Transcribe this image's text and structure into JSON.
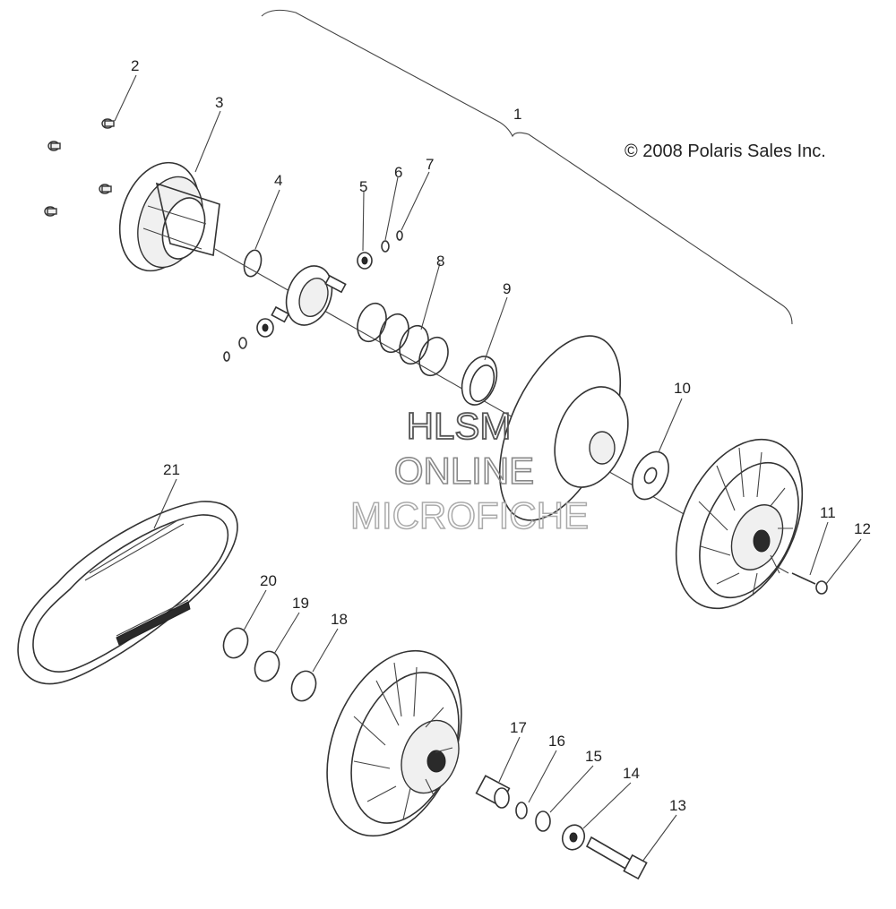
{
  "copyright": "© 2008 Polaris Sales Inc.",
  "watermark": {
    "line1": "HLSM",
    "line2": "ONLINE",
    "line3": "MICROFICHE"
  },
  "callouts": {
    "c1": "1",
    "c2": "2",
    "c3": "3",
    "c4": "4",
    "c5": "5",
    "c6": "6",
    "c7": "7",
    "c8": "8",
    "c9": "9",
    "c10": "10",
    "c11": "11",
    "c12": "12",
    "c13": "13",
    "c14": "14",
    "c15": "15",
    "c16": "16",
    "c17": "17",
    "c18": "18",
    "c19": "19",
    "c20": "20",
    "c21": "21"
  }
}
